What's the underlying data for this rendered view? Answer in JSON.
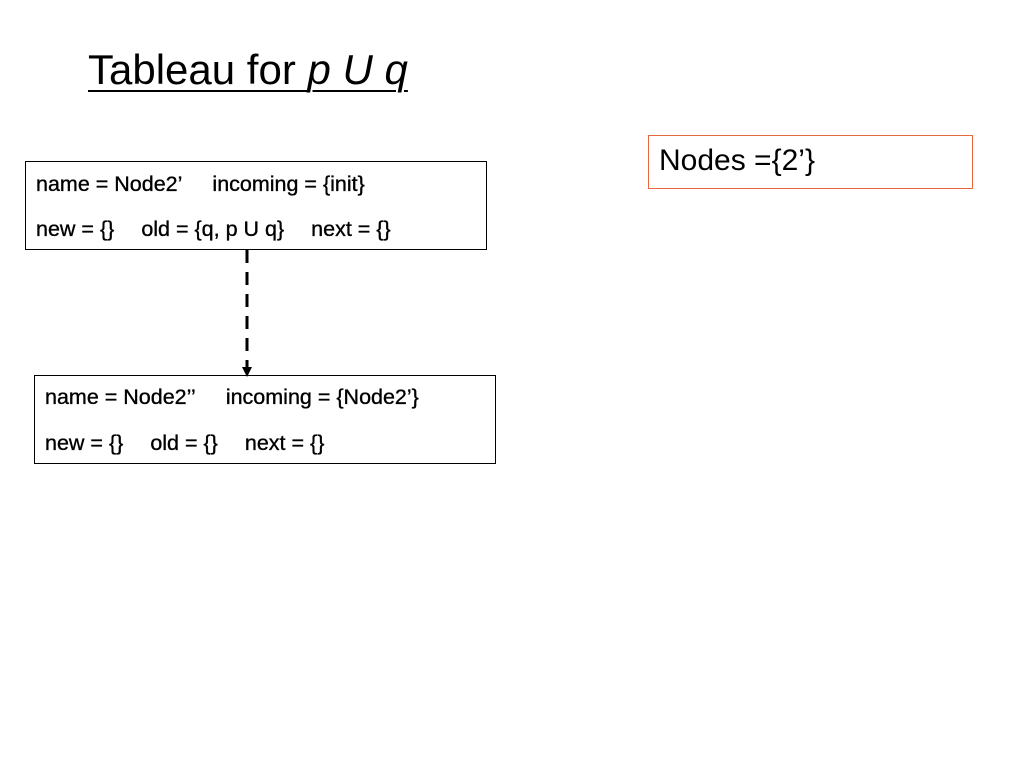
{
  "title": {
    "prefix": "Tableau for ",
    "formula": "p U q"
  },
  "nodes_list": {
    "text": "Nodes ={2’}",
    "border_color": "#e8673c"
  },
  "nodes": [
    {
      "name": "name = Node2’",
      "incoming": "incoming = {init}",
      "new": "new = {}",
      "old": "old = {q, p U q}",
      "next": "next = {}"
    },
    {
      "name": "name = Node2’’",
      "incoming": "incoming = {Node2’}",
      "new": "new = {}",
      "old": "old = {}",
      "next": "next = {}"
    }
  ],
  "edges": [
    {
      "from": 0,
      "to": 1,
      "style": "dashed",
      "arrow": true
    }
  ]
}
